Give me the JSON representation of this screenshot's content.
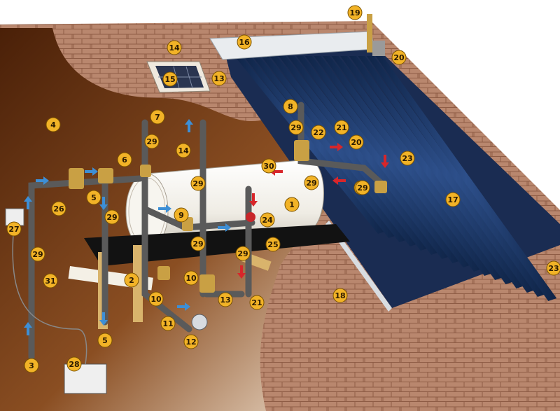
{
  "callouts": [
    {
      "id": "c1",
      "label": "1"
    },
    {
      "id": "c2",
      "label": "2"
    },
    {
      "id": "c3",
      "label": "3"
    },
    {
      "id": "c4",
      "label": "4"
    },
    {
      "id": "c5a",
      "label": "5"
    },
    {
      "id": "c5b",
      "label": "5"
    },
    {
      "id": "c6",
      "label": "6"
    },
    {
      "id": "c7",
      "label": "7"
    },
    {
      "id": "c8",
      "label": "8"
    },
    {
      "id": "c9",
      "label": "9"
    },
    {
      "id": "c10a",
      "label": "10"
    },
    {
      "id": "c10b",
      "label": "10"
    },
    {
      "id": "c11",
      "label": "11"
    },
    {
      "id": "c12",
      "label": "12"
    },
    {
      "id": "c13a",
      "label": "13"
    },
    {
      "id": "c13b",
      "label": "13"
    },
    {
      "id": "c14a",
      "label": "14"
    },
    {
      "id": "c14b",
      "label": "14"
    },
    {
      "id": "c15",
      "label": "15"
    },
    {
      "id": "c16",
      "label": "16"
    },
    {
      "id": "c17",
      "label": "17"
    },
    {
      "id": "c18",
      "label": "18"
    },
    {
      "id": "c19",
      "label": "19"
    },
    {
      "id": "c20a",
      "label": "20"
    },
    {
      "id": "c20b",
      "label": "20"
    },
    {
      "id": "c21a",
      "label": "21"
    },
    {
      "id": "c21b",
      "label": "21"
    },
    {
      "id": "c22",
      "label": "22"
    },
    {
      "id": "c23a",
      "label": "23"
    },
    {
      "id": "c23b",
      "label": "23"
    },
    {
      "id": "c24",
      "label": "24"
    },
    {
      "id": "c25",
      "label": "25"
    },
    {
      "id": "c26",
      "label": "26"
    },
    {
      "id": "c27",
      "label": "27"
    },
    {
      "id": "c28",
      "label": "28"
    },
    {
      "id": "c29a",
      "label": "29"
    },
    {
      "id": "c29b",
      "label": "29"
    },
    {
      "id": "c29c",
      "label": "29"
    },
    {
      "id": "c29d",
      "label": "29"
    },
    {
      "id": "c29e",
      "label": "29"
    },
    {
      "id": "c29f",
      "label": "29"
    },
    {
      "id": "c29g",
      "label": "29"
    },
    {
      "id": "c29h",
      "label": "29"
    },
    {
      "id": "c29i",
      "label": "29"
    },
    {
      "id": "c29j",
      "label": "29"
    },
    {
      "id": "c30",
      "label": "30"
    },
    {
      "id": "c31",
      "label": "31"
    }
  ],
  "colors": {
    "roof_tile": "#b9876e",
    "roof_tile_dark": "#9c6b54",
    "attic": "#6d3b18",
    "tank_body": "#f4f1ea",
    "tube": "#1f3a6b",
    "pipe": "#5a5a5a",
    "brass": "#c9a044",
    "callout_fill": "#f2b327",
    "arrow_hot": "#d8262a",
    "arrow_cold": "#3d8fd6"
  }
}
